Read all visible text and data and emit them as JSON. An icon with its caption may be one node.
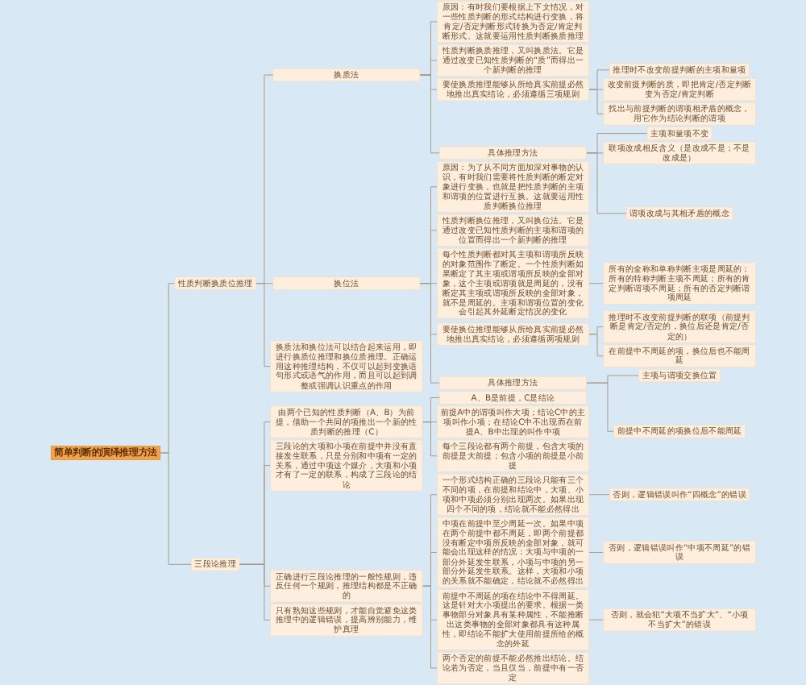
{
  "diagram": {
    "nodes": [
      {
        "text": [
          "简单判断的演绎推理方法"
        ]
      },
      {
        "text": [
          "性质判断换质位推理"
        ]
      },
      {
        "text": [
          "换质法"
        ]
      },
      {
        "text": [
          "原因：有时我们要根据上下文情况，对一些性质判断的形式结构进行变换，将肯定/否定判断形式转换为否定/肯定判断形式。这就要运用性质判断换质推理"
        ]
      },
      {
        "text": [
          "性质判断换质推理，又叫换质法。它是通过改变已知性质判断的“质”而得出一个新判断的推理"
        ]
      },
      {
        "text": [
          "要使换质推理能够从所给真实前提必然地推出真实结论，必须遵循三项规则"
        ]
      },
      {
        "text": [
          "推理时不改变前提判断的主项和量项"
        ]
      },
      {
        "text": [
          "改变前提判断的质，即把肯定/否定判断变为否定/肯定判断"
        ]
      },
      {
        "text": [
          "找出与前提判断的谓项相矛盾的概念，用它作为结论判断的谓项"
        ]
      },
      {
        "text": [
          "具体推理方法"
        ]
      },
      {
        "text": [
          "主项和量项不变"
        ]
      },
      {
        "text": [
          "联项改成相反含义（是改成不是；不是改成是）"
        ]
      },
      {
        "text": [
          "谓项改成与其相矛盾的概念"
        ]
      },
      {
        "text": [
          "换位法"
        ]
      },
      {
        "text": [
          "原因：为了从不同方面加深对事物的认识，有时我们需要将性质判断的断定对象进行变换，也就是把性质判断的主项和谓项的位置进行互换。这就要运用性质判断换位推理"
        ]
      },
      {
        "text": [
          "性质判断换位推理，又叫换位法。它是通过改变已知性质判断的主项和谓项的位置而得出一个新判断的推理"
        ]
      },
      {
        "text": [
          "每个性质判断都对其主项和谓项所反映的对象范围作了断定。一个性质判断如果断定了其主项或谓项所反映的全部对象，这个主项或谓项就是周延的，没有断定其主项或谓项所反映的全部对象，就不是周延的。主项和谓项位置的变化会引起其外延断定情况的变化"
        ]
      },
      {
        "text": [
          "所有的全称和单称判断主项是周延的；所有的特称判断主项不周延；所有的肯定判断谓项不周延；所有的否定判断谓项周延"
        ]
      },
      {
        "text": [
          "要使换位推理能够从所给真实前提必然地推出真实结论，必须遵循两项规则"
        ]
      },
      {
        "text": [
          "推理时不改变前提判断的联项（前提判断是肯定/否定的，换位后还是肯定/否定的）"
        ]
      },
      {
        "text": [
          "在前提中不周延的项，换位后也不能周延"
        ]
      },
      {
        "text": [
          "具体推理方法"
        ]
      },
      {
        "text": [
          "主项与谓项交换位置"
        ]
      },
      {
        "text": [
          "前提中不周延的项换位后不能周延"
        ]
      },
      {
        "text": [
          "换质法和换位法可以结合起来运用，即进行换质位推理和换位质推理。正确运用这种推理结构，不仅可以起到变换语句形式或语气的作用，而且可以起到调整或强调认识重点的作用"
        ]
      },
      {
        "text": [
          "三段论推理"
        ]
      },
      {
        "text": [
          "由两个已知的性质判断（A、B）为前提，借助一个共同的项推出一个新的性质判断的推理（C）"
        ]
      },
      {
        "text": [
          "A、B是前提，C是结论"
        ]
      },
      {
        "text": [
          "前提A中的谓项叫作大项；结论C中的主项叫作小项；在结论C中不出现而在前提A、B中出现的叫作中项"
        ]
      },
      {
        "text": [
          "每个三段论都有两个前提，包含大项的前提是大前提；包含小项的前提是小前提"
        ]
      },
      {
        "text": [
          "三段论的大项和小项在前提中并没有直接发生联系，只是分别和中项有一定的关系，通过中项这个媒介，大项和小项才有了一定的联系，构成了三段论的结论"
        ]
      },
      {
        "text": [
          "正确进行三段论推理的一般性规则，违反任何一个规则，推理结构都是不正确的"
        ]
      },
      {
        "text": [
          "一个形式结构正确的三段论只能有三个不同的项，在前提和结论中，大项、小项和中项必须分别出现两次。如果出现四个不同的项，结论就不能必然得出"
        ]
      },
      {
        "text": [
          "否则，逻辑错误叫作“四概念”的错误"
        ]
      },
      {
        "text": [
          "中项在前提中至少周延一次。如果中项在两个前提中都不周延，即两个前提都没有断定中项所反映的全部对象，就可能会出现这样的情况：大项与中项的一部分外延发生联系，小项与中项的另一部分外延发生联系。这样，大项和小项的关系就不能确定，结论就不必然得出"
        ]
      },
      {
        "text": [
          "否则，逻辑错误叫作“中项不周延”的错误"
        ]
      },
      {
        "text": [
          "前提中不周延的项在结论中不得周延。这是针对大小项提出的要求。根据一类事物部分对象具有某种属性，不能推断出这类事物的全部对象都具有这种属性，即结论不能扩大使用前提所给的概念的外延"
        ]
      },
      {
        "text": [
          "否则，就会犯“大项不当扩大”、“小项不当扩大”的错误"
        ]
      },
      {
        "text": [
          "两个否定的前提不能必然推出结论。结论若为否定，当且仅当，前提中有一否定"
        ]
      },
      {
        "text": [
          "只有熟知这些规则，才能自觉避免这类推理中的逻辑错误，提高辨别能力，维护真理"
        ]
      }
    ],
    "edges": [
      {
        "from": 0,
        "to": 1,
        "arrow": "none"
      },
      {
        "from": 1,
        "to": 2,
        "arrow": "none"
      },
      {
        "from": 2,
        "to": 3,
        "arrow": "none"
      },
      {
        "from": 2,
        "to": 4,
        "arrow": "none"
      },
      {
        "from": 2,
        "to": 5,
        "arrow": "none"
      },
      {
        "from": 5,
        "to": 6,
        "arrow": "none"
      },
      {
        "from": 5,
        "to": 7,
        "arrow": "none"
      },
      {
        "from": 5,
        "to": 8,
        "arrow": "none"
      },
      {
        "from": 2,
        "to": 9,
        "arrow": "none"
      },
      {
        "from": 9,
        "to": 10,
        "arrow": "none"
      },
      {
        "from": 9,
        "to": 11,
        "arrow": "none"
      },
      {
        "from": 9,
        "to": 12,
        "arrow": "none"
      },
      {
        "from": 1,
        "to": 13,
        "arrow": "none"
      },
      {
        "from": 13,
        "to": 14,
        "arrow": "none"
      },
      {
        "from": 13,
        "to": 15,
        "arrow": "none"
      },
      {
        "from": 13,
        "to": 16,
        "arrow": "none"
      },
      {
        "from": 16,
        "to": 17,
        "arrow": "none"
      },
      {
        "from": 13,
        "to": 18,
        "arrow": "none"
      },
      {
        "from": 18,
        "to": 19,
        "arrow": "none"
      },
      {
        "from": 18,
        "to": 20,
        "arrow": "none"
      },
      {
        "from": 13,
        "to": 21,
        "arrow": "none"
      },
      {
        "from": 21,
        "to": 22,
        "arrow": "none"
      },
      {
        "from": 21,
        "to": 23,
        "arrow": "none"
      },
      {
        "from": 1,
        "to": 24,
        "arrow": "none"
      },
      {
        "from": 0,
        "to": 25,
        "arrow": "none"
      },
      {
        "from": 25,
        "to": 26,
        "arrow": "none"
      },
      {
        "from": 26,
        "to": 27,
        "arrow": "none"
      },
      {
        "from": 26,
        "to": 28,
        "arrow": "none"
      },
      {
        "from": 26,
        "to": 29,
        "arrow": "none"
      },
      {
        "from": 25,
        "to": 30,
        "arrow": "none"
      },
      {
        "from": 25,
        "to": 31,
        "arrow": "none"
      },
      {
        "from": 31,
        "to": 32,
        "arrow": "none"
      },
      {
        "from": 32,
        "to": 33,
        "arrow": "none"
      },
      {
        "from": 31,
        "to": 34,
        "arrow": "none"
      },
      {
        "from": 34,
        "to": 35,
        "arrow": "none"
      },
      {
        "from": 31,
        "to": 36,
        "arrow": "none"
      },
      {
        "from": 36,
        "to": 37,
        "arrow": "none"
      },
      {
        "from": 31,
        "to": 38,
        "arrow": "none"
      },
      {
        "from": 25,
        "to": 39,
        "arrow": "none"
      }
    ]
  }
}
